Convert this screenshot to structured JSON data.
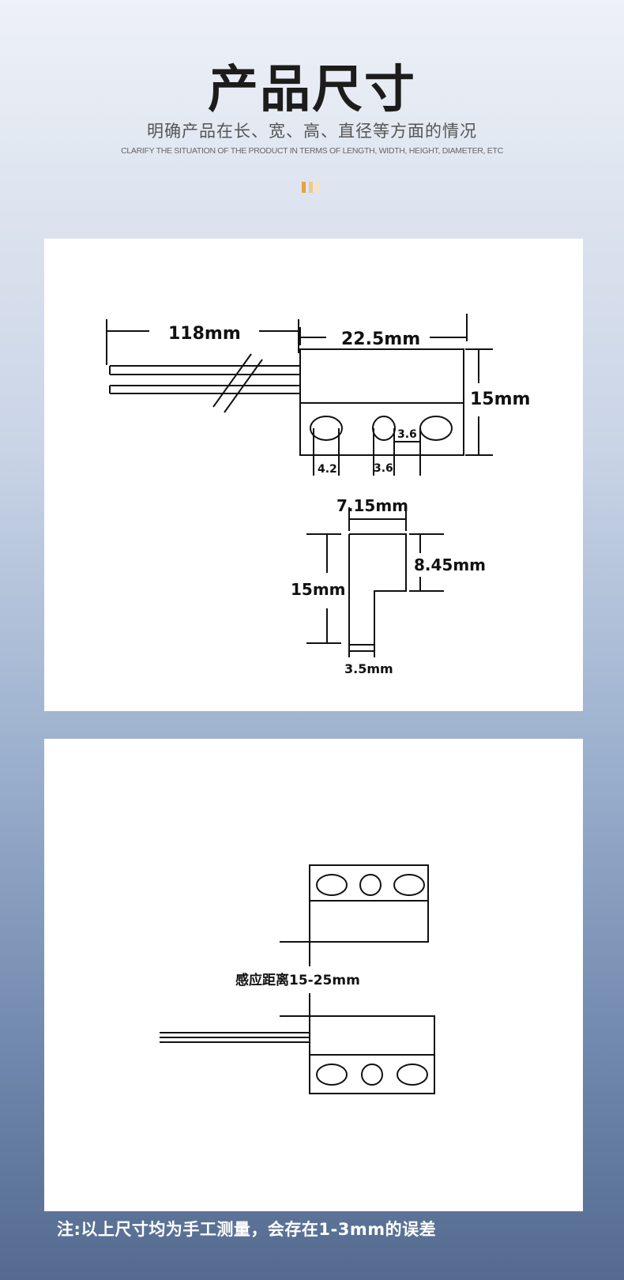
{
  "header": {
    "title": "产品尺寸",
    "subtitle": "明确产品在长、宽、高、直径等方面的情况",
    "subtitle_en": "CLARIFY THE SITUATION OF THE PRODUCT IN TERMS OF LENGTH, WIDTH, HEIGHT, DIAMETER, ETC",
    "accent_colors": [
      "#e8a23c",
      "#f1c98a",
      "#f6e2bf"
    ]
  },
  "diagram1": {
    "wire_length": "118mm",
    "body_length": "22.5mm",
    "body_height": "15mm",
    "hole_width": "4.2",
    "hole_gap_bottom": "3.6",
    "hole_gap_top": "3.6"
  },
  "diagram2": {
    "top_width": "7.15mm",
    "step_height": "8.45mm",
    "total_height": "15mm",
    "base_width": "3.5mm"
  },
  "diagram3": {
    "sensing_distance": "感应距离15-25mm"
  },
  "footnote": "注:以上尺寸均为手工测量，会存在1-3mm的误差"
}
